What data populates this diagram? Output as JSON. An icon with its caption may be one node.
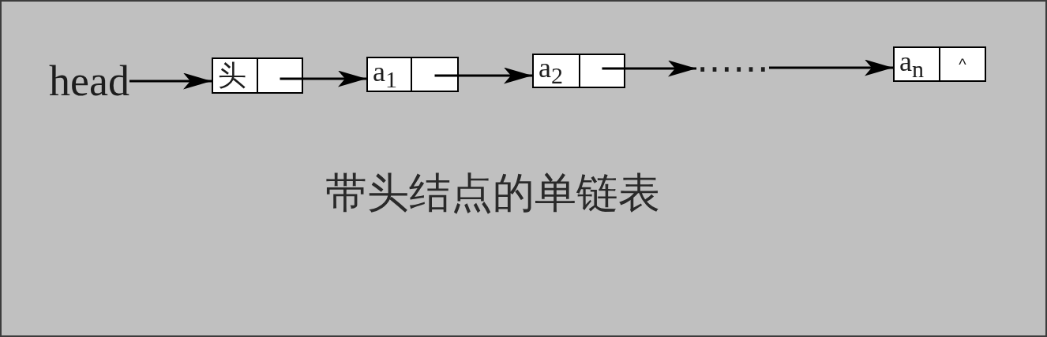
{
  "diagram": {
    "caption": "带头结点的单链表",
    "nodes": [
      {
        "text": [
          "head"
        ]
      },
      {
        "text": [
          "头"
        ]
      },
      {
        "text": [],
        "shape": "box",
        "in": 1
      },
      {
        "text": [
          "a$_{1}$"
        ]
      },
      {
        "text": [],
        "shape": "box",
        "in": 3
      },
      {
        "text": [
          "a$_{2}$"
        ]
      },
      {
        "text": [],
        "shape": "box",
        "in": 5
      },
      {
        "text": [
          "……"
        ]
      },
      {
        "text": [
          "a$_{n}$"
        ]
      },
      {
        "text": [
          "^"
        ],
        "in": 8
      }
    ],
    "edges": [
      {
        "from": 0,
        "to": 1,
        "arrow": "to"
      },
      {
        "from": 2,
        "to": 3,
        "arrow": "to"
      },
      {
        "from": 4,
        "to": 5,
        "arrow": "to"
      },
      {
        "from": 6,
        "to": 7,
        "arrow": "to"
      },
      {
        "from": 7,
        "to": 8,
        "arrow": "to"
      }
    ]
  }
}
